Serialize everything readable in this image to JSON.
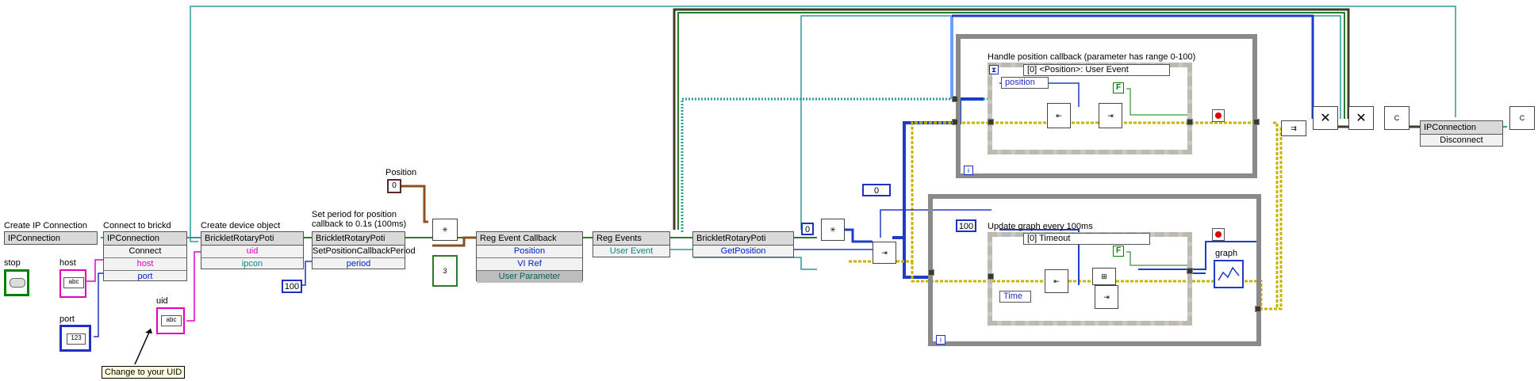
{
  "labels": {
    "create_ip": "Create IP Connection",
    "connect": "Connect to brickd",
    "create_dev": "Create device object",
    "set_period": "Set period for position callback to 0.1s (100ms)",
    "position": "Position",
    "stop": "stop",
    "host": "host",
    "port": "port",
    "uid": "uid",
    "change_uid": "Change to your UID",
    "handle_pos": "Handle position callback (parameter has range 0-100)",
    "update_graph": "Update graph every 100ms",
    "graph": "graph"
  },
  "nodes": {
    "ipconnection": "IPConnection",
    "ipcon_connect_hdr": "IPConnection",
    "ipcon_connect_row1": "Connect",
    "ipcon_connect_row2": "host",
    "ipcon_connect_row3": "port",
    "bricklet_create_hdr": "BrickletRotaryPoti",
    "bricklet_create_row1": "uid",
    "bricklet_create_row2": "ipcon",
    "bricklet_set_hdr": "BrickletRotaryPoti",
    "bricklet_set_row1": "SetPositionCallbackPeriod",
    "bricklet_set_row2": "period",
    "reg_cb_hdr": "Reg Event Callback",
    "reg_cb_row1": "Position",
    "reg_cb_row2": "VI Ref",
    "reg_cb_row3": "User Parameter",
    "reg_ev_hdr": "Reg Events",
    "reg_ev_row1": "User Event",
    "bricklet_get_hdr": "BrickletRotaryPoti",
    "bricklet_get_row1": "GetPosition",
    "ipcon_disc_hdr": "IPConnection",
    "ipcon_disc_row1": "Disconnect"
  },
  "constants": {
    "period": "100",
    "position_init": "0",
    "zero_a": "0",
    "zero_b": "0",
    "timeout": "100"
  },
  "event_cases": {
    "position_case": "[0] <Position>: User Event",
    "timeout_case": "[0] Timeout",
    "position_field": "position",
    "time_field": "Time"
  },
  "controls": {
    "host_val": "abc",
    "uid_val": "abc",
    "port_val": "123",
    "bool_false": "F",
    "bool_false2": "F",
    "loop_i": "i",
    "loop_i2": "i",
    "count_3": "3"
  },
  "colors": {
    "wire_blue": "#1e3cc8",
    "wire_pink": "#e000c0",
    "wire_teal": "#2a9a9a",
    "wire_yellow": "#c8b400",
    "wire_brown": "#8a5020",
    "wire_green": "#2a7a2a",
    "wire_dark": "#3c3c28"
  }
}
